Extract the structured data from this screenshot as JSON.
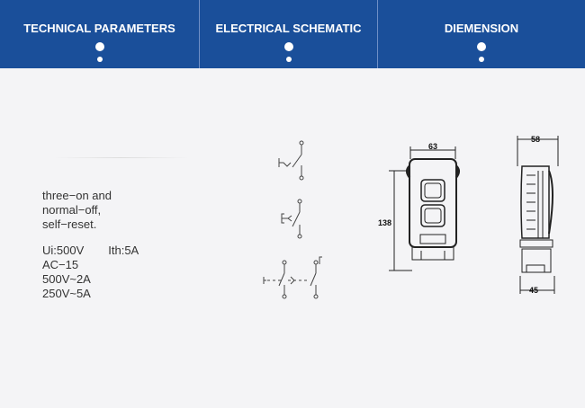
{
  "tabs": [
    {
      "label": "TECHNICAL PARAMETERS"
    },
    {
      "label": "ELECTRICAL SCHEMATIC"
    },
    {
      "label": "DIEMENSION"
    }
  ],
  "parameters": {
    "description": [
      "three−on and",
      "normal−off,",
      "self−reset."
    ],
    "ui": "Ui:500V",
    "ith": "Ith:5A",
    "ratings": [
      "AC−15",
      "500V~2A",
      "250V~5A"
    ]
  },
  "dimensions": {
    "front_width": "63",
    "front_height": "138",
    "side_top": "58",
    "side_bottom": "45"
  },
  "colors": {
    "header_bg": "#1a4f9a",
    "header_text": "#ffffff",
    "page_bg": "#f4f4f6",
    "body_text": "#333333"
  }
}
